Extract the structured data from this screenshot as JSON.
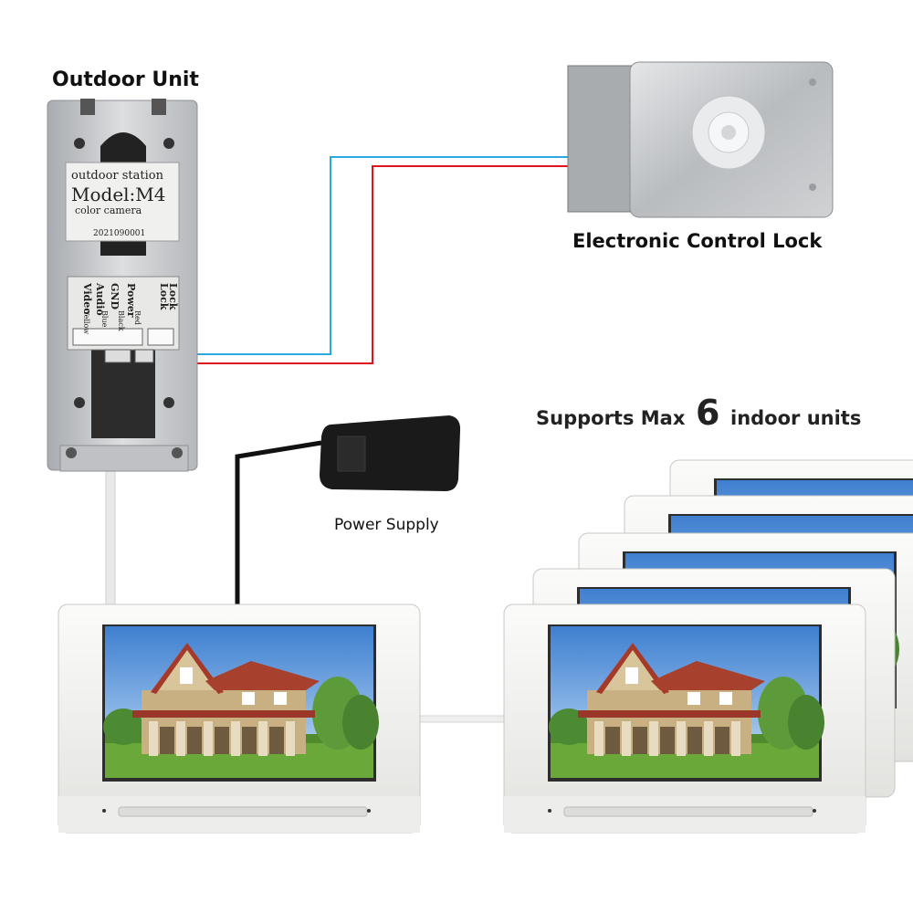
{
  "labels": {
    "outdoor_unit": "Outdoor Unit",
    "lock": "Electronic Control Lock",
    "power_supply": "Power Supply",
    "supports_prefix": "Supports Max",
    "supports_count": "6",
    "supports_suffix": "indoor units"
  },
  "outdoor_panel": {
    "station": "outdoor station",
    "model": "Model:M4",
    "camera": "color camera",
    "serial": "2021090001",
    "terminals": [
      "Video",
      "Audio",
      "GND",
      "Power",
      "Lock",
      "Lock"
    ],
    "wire_colors": [
      "Yellow",
      "Blue",
      "Black",
      "Red"
    ]
  },
  "colors": {
    "wire_blue": "#2aa8e0",
    "wire_red": "#e0141e",
    "cable_black": "#111111",
    "panel_steel": "#c9cbce",
    "monitor_white": "#f4f4f2",
    "sky": "#4f8fd6"
  }
}
